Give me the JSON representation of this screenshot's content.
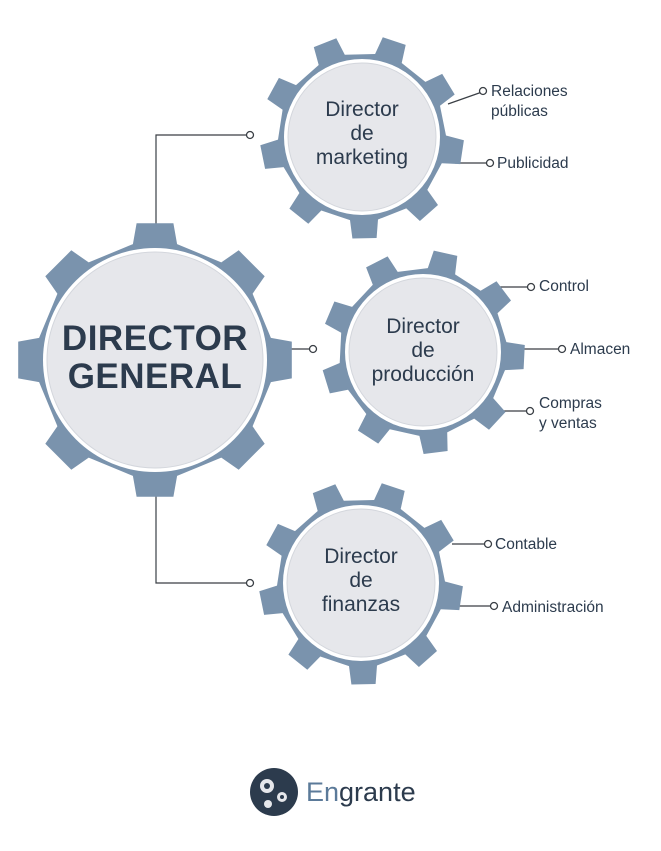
{
  "colors": {
    "gear": "#7a93ad",
    "gear_face": "#e6e7eb",
    "text": "#2c3b4d",
    "line": "#3a3f45",
    "logo_accent": "#5b7a99"
  },
  "main": {
    "lines": [
      "DIRECTOR",
      "GENERAL"
    ]
  },
  "directors": [
    {
      "lines": [
        "Director",
        "de",
        "marketing"
      ],
      "branches": [
        {
          "lines": [
            "Relaciones",
            "públicas"
          ]
        },
        {
          "lines": [
            "Publicidad"
          ]
        }
      ]
    },
    {
      "lines": [
        "Director",
        "de",
        "producción"
      ],
      "branches": [
        {
          "lines": [
            "Control"
          ]
        },
        {
          "lines": [
            "Almacen"
          ]
        },
        {
          "lines": [
            "Compras",
            "y ventas"
          ]
        }
      ]
    },
    {
      "lines": [
        "Director",
        "de",
        "finanzas"
      ],
      "branches": [
        {
          "lines": [
            "Contable"
          ]
        },
        {
          "lines": [
            "Administración"
          ]
        }
      ]
    }
  ],
  "logo": {
    "prefix": "En",
    "suffix": "grante",
    "icon": "gears-logo-icon"
  }
}
